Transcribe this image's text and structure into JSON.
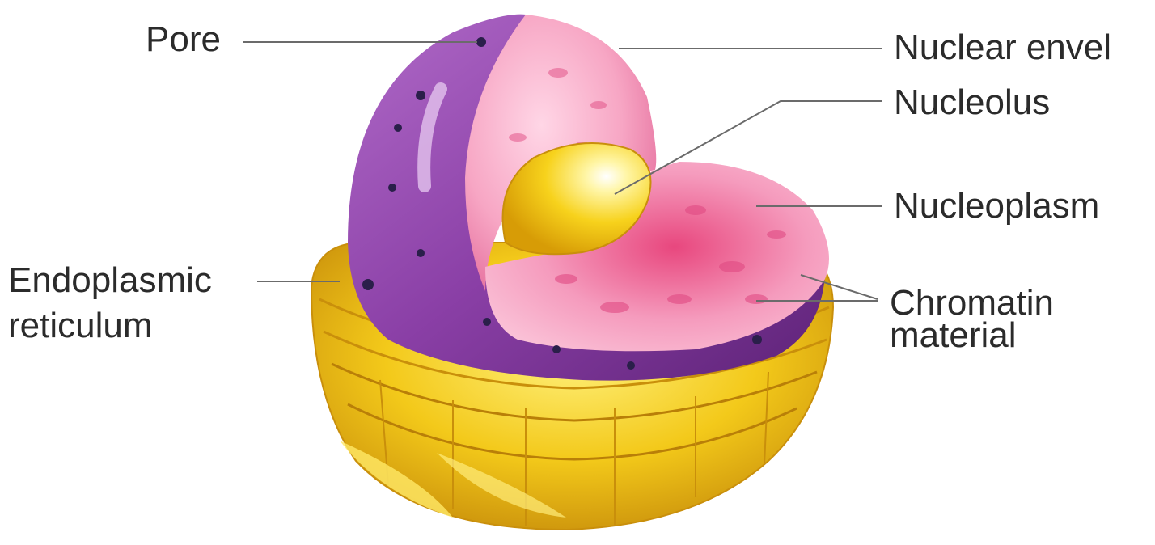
{
  "labels": {
    "pore": "Pore",
    "nuclear_envelope": "Nuclear envel",
    "nucleolus": "Nucleolus",
    "nucleoplasm": "Nucleoplasm",
    "endoplasmic_line1": "Endoplasmic",
    "endoplasmic_line2": "reticulum",
    "chromatin_line1": "Chromatin",
    "chromatin_line2": "material"
  },
  "colors": {
    "envelope_purple": "#8a3fa6",
    "envelope_dark": "#5e2378",
    "nucleoplasm_pink": "#f7a6c4",
    "nucleolus_yellow": "#f3cc1a",
    "er_yellow": "#f0c419",
    "er_dark": "#c98f0b",
    "leader_line": "#6b6b6b",
    "pore_dot": "#2a1f4a"
  }
}
